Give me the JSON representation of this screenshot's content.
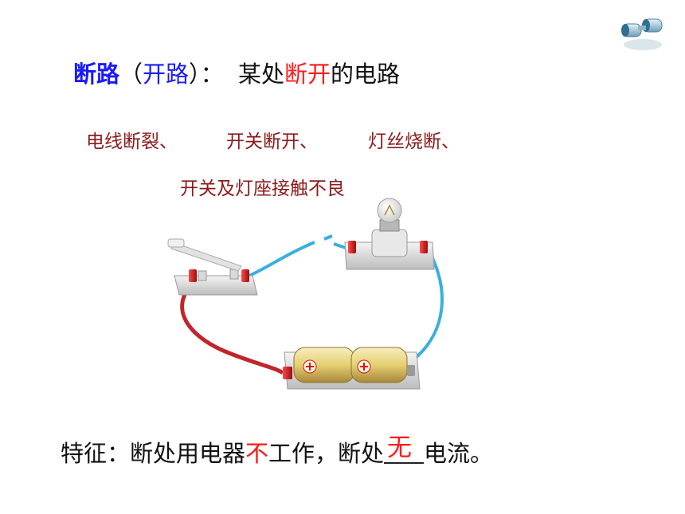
{
  "title": {
    "term": "断路",
    "paren_open": "（",
    "alt_term": "开路",
    "paren_close": "）",
    "colon": "：",
    "def_prefix": "某处",
    "def_highlight": "断开",
    "def_suffix": "的电路"
  },
  "causes": [
    "电线断裂、",
    "开关断开、",
    "灯丝烧断、",
    "开关及灯座接触不良"
  ],
  "feature": {
    "prefix": "特征：断处用电器",
    "highlight": "不",
    "middle": "工作，断处",
    "answer": "无",
    "suffix": "电流。"
  },
  "colors": {
    "term": "#1a1aff",
    "highlight": "#ff1a1a",
    "causes": "#8b1a1a",
    "wire_red": "#c0262b",
    "wire_blue": "#3aaee0"
  },
  "icons": {
    "corner": "binoculars-icon",
    "terminal_symbol": "plus-sign"
  }
}
